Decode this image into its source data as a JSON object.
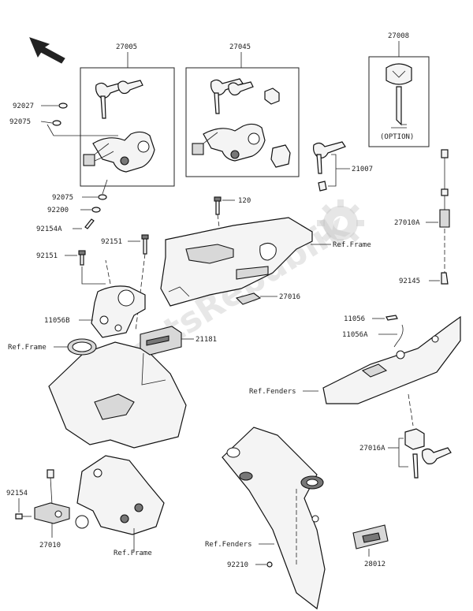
{
  "watermark": "PartsRepublik",
  "labels": {
    "l27005": "27005",
    "l27045": "27045",
    "l27008": "27008",
    "option": "(OPTION)",
    "l92027": "92027",
    "l92075a": "92075",
    "l92075b": "92075",
    "l92200": "92200",
    "l92154a": "92154A",
    "l92151a": "92151",
    "l92151b": "92151",
    "l120": "120",
    "l21007": "21007",
    "l27010a": "27010A",
    "refFrame1": "Ref.Frame",
    "l27016": "27016",
    "l11056b": "11056B",
    "refFrame2": "Ref.Frame",
    "l21181": "21181",
    "l11056": "11056",
    "l11056a": "11056A",
    "l92145": "92145",
    "refFenders1": "Ref.Fenders",
    "l27016a": "27016A",
    "l92154": "92154",
    "l27010": "27010",
    "refFrame3": "Ref.Frame",
    "refFenders2": "Ref.Fenders",
    "l92210": "92210",
    "l28012": "28012"
  }
}
